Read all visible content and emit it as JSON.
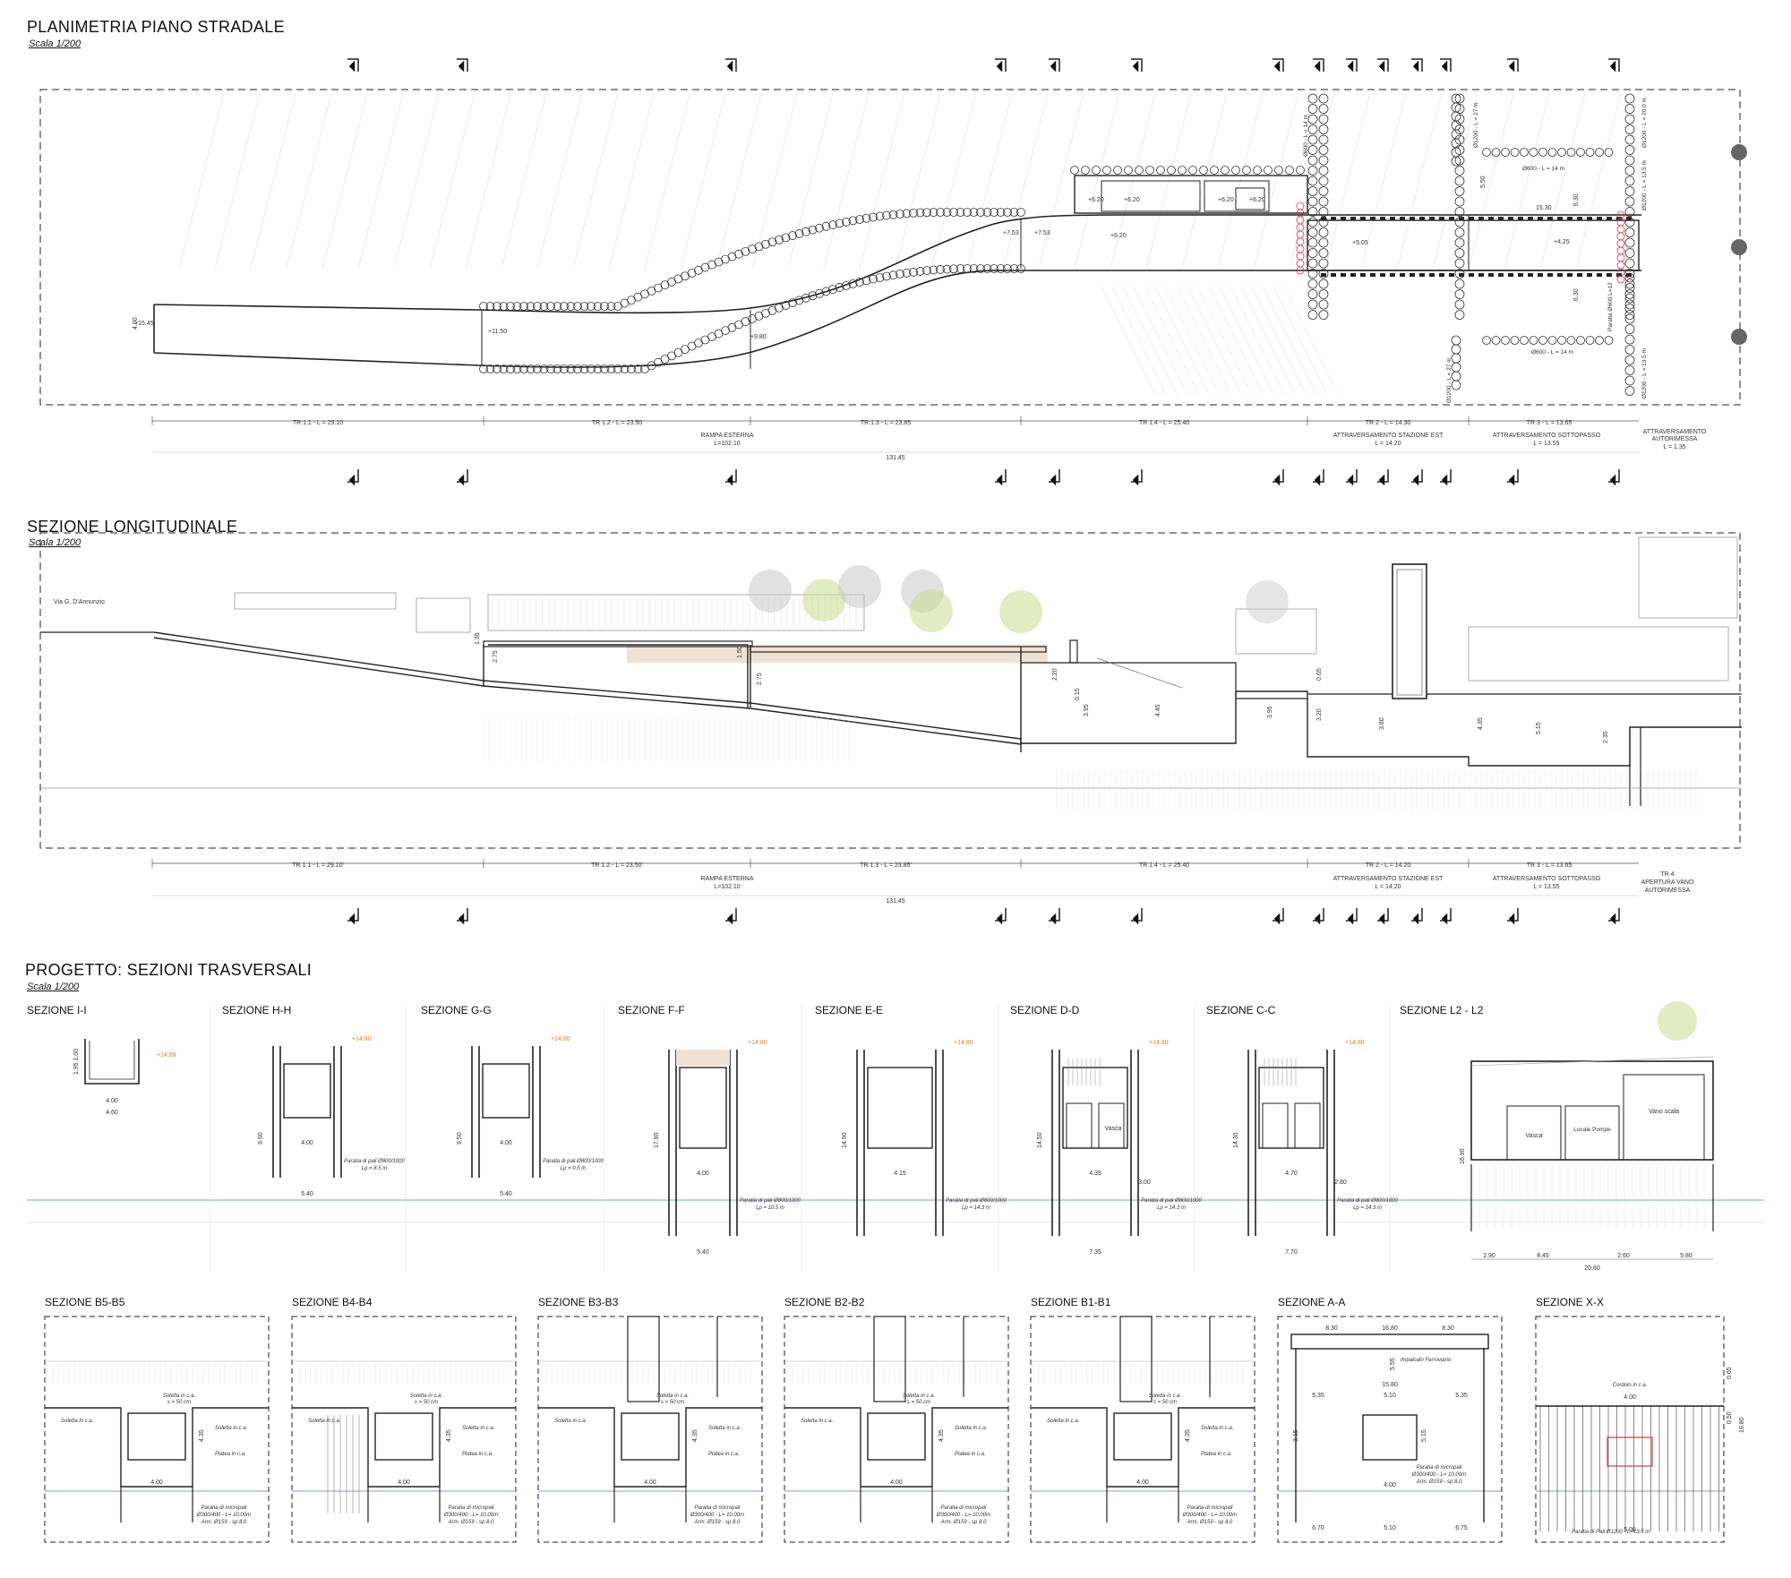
{
  "plan": {
    "title": "PLANIMETRIA PIANO STRADALE",
    "scale": "Scala 1/200",
    "section_markers": [
      "I",
      "H",
      "G",
      "F",
      "E",
      "D",
      "C",
      "B",
      "B",
      "B",
      "B",
      "B",
      "A",
      "X"
    ],
    "markers_bottom": [
      "I",
      "H",
      "G",
      "F",
      "E",
      "D",
      "C",
      "B",
      "B",
      "B",
      "B",
      "B",
      "A",
      "X"
    ],
    "segments": [
      {
        "label": "TR 1.1 - L = 29.10"
      },
      {
        "label": "TR 1.2 - L = 23.50"
      },
      {
        "label": "TR 1.3 - L = 23.85"
      },
      {
        "label": "TR 1.4 - L = 25.40"
      },
      {
        "label": "TR 2 - L = 14.30"
      },
      {
        "label": "TR 3 - L = 13.65"
      }
    ],
    "groups": [
      {
        "label": "RAMPA ESTERNA",
        "length": "L=102.10"
      },
      {
        "label": "ATTRAVERSAMENTO STAZIONE EST",
        "length": "L = 14.20"
      },
      {
        "label": "ATTRAVERSAMENTO SOTTOPASSO",
        "length": "L = 13.55"
      },
      {
        "label": "ATTRAVERSAMENTO",
        "label2": "AUTORIMESSA",
        "length": "L = 1.35"
      }
    ],
    "total": "131.45",
    "levels": [
      "+15.45",
      "+11.50",
      "+9.80",
      "+7.53",
      "+7.53",
      "+6.20",
      "+6.20",
      "+6.20",
      "+6.20",
      "+6.20",
      "+5.05",
      "+4.25"
    ],
    "dims": [
      "4.00",
      "15.30",
      "5.50",
      "6.30",
      "6.30"
    ],
    "piles": [
      "Ø600 - L = 14 m",
      "Ø600 - L = 14 m",
      "Ø600 - L = 14 m",
      "Ø1200 - L = 27 m",
      "Ø1200 - L = 27 m",
      "Ø1200 - L = 13.5 m",
      "Ø1200 - L = 20.0 m",
      "Ø1200 - L = 13.5 m",
      "Paratia Ø600 L=12"
    ]
  },
  "long": {
    "title": "SEZIONE LONGITUDINALE",
    "scale": "Scala 1/200",
    "street": "Via G. D'Annunzio",
    "segments": [
      {
        "label": "TR 1.1 - L = 29.10'"
      },
      {
        "label": "TR 1.2 - L = 23.50'"
      },
      {
        "label": "TR 1.3 - L = 23.85'"
      },
      {
        "label": "TR 1.4 - L = 25.40"
      },
      {
        "label": "TR 2 - L = 14.20"
      },
      {
        "label": "TR 3 - L = 13.65"
      }
    ],
    "groups": [
      {
        "label": "RAMPA ESTERNA",
        "length": "L=102.10"
      },
      {
        "label": "ATTRAVERSAMENTO STAZIONE EST",
        "length": "L = 14.20"
      },
      {
        "label": "ATTRAVERSAMENTO SOTTOPASSO",
        "length": "L = 13.55"
      },
      {
        "label": "TR 4",
        "label2": "APERTURA VANO",
        "label3": "AUTORIMESSA"
      }
    ],
    "total": "131.45",
    "heights": [
      "1.35",
      "2.75",
      "1.50",
      "2.75",
      "2.20",
      "0.15",
      "3.95",
      "4.45",
      "0.65",
      "3.95",
      "3.20",
      "3.80",
      "4.35",
      "5.15",
      "2.35"
    ]
  },
  "cross": {
    "title": "PROGETTO: SEZIONI TRASVERSALI",
    "scale": "Scala 1/200",
    "row1": [
      {
        "title": "SEZIONE I-I",
        "level": "+14.88",
        "w1": "4.00",
        "w2": "4.60",
        "h": "1.95 1.00"
      },
      {
        "title": "SEZIONE H-H",
        "level": "+14.80",
        "w1": "4.00",
        "w2": "5.40",
        "h": "9.50",
        "note": "Paratia di pali Ø800/1000",
        "note2": "Lp = 8.5 m"
      },
      {
        "title": "SEZIONE G-G",
        "level": "+14.80",
        "w1": "4.00",
        "w2": "5.40",
        "h": "9.50",
        "note": "Paratia di pali Ø800/1000",
        "note2": "Lp = 9.5 m"
      },
      {
        "title": "SEZIONE F-F",
        "level": "+14.80",
        "w1": "4.00",
        "w2": "5.40",
        "h": "17.80",
        "note": "Paratia di pali Ø800/1000",
        "note2": "Lp = 10.5 m"
      },
      {
        "title": "SEZIONE E-E",
        "level": "+14.80",
        "w1": "4.15",
        "w2": "",
        "h": "14.90",
        "note": "Paratia di pali Ø800/1000",
        "note2": "Lp = 14.3 m"
      },
      {
        "title": "SEZIONE D-D",
        "level": "+14.80",
        "w1": "4.35",
        "w2": "7.35",
        "w3": "3.00",
        "h": "14.50",
        "note": "Paratia di pali Ø800/1000",
        "note2": "Lp = 14.3 m",
        "room": "Vasca"
      },
      {
        "title": "SEZIONE C-C",
        "level": "+14.80",
        "w1": "4.70",
        "w2": "7.70",
        "w3": "2.80",
        "h": "14.30",
        "note": "Paratia di pali Ø800/1000",
        "note2": "Lp = 14.3 m"
      },
      {
        "title": "SEZIONE L2 - L2",
        "w1": "2.90",
        "w2": "8.45",
        "w3": "2.60",
        "w4": "5.80",
        "total": "20.60",
        "h": "16.90",
        "room1": "Vasca",
        "room2": "Locale Pompe",
        "room3": "Vano scala"
      }
    ],
    "row2": [
      {
        "title": "SEZIONE B5-B5",
        "w": "4.00",
        "h": "4.35",
        "n1": "Soletta in c.a.",
        "n2": "s = 50 cm",
        "n3": "Platea in c.a.",
        "n4": "Paratia di micropali",
        "n5": "Ø300/400 - L= 10.00m",
        "n6": "Arm. Ø159 - sp 8.0"
      },
      {
        "title": "SEZIONE B4-B4",
        "w": "4.00",
        "h": "4.35",
        "n1": "Soletta in c.a.",
        "n2": "s = 50 cm",
        "n3": "Platea in c.a.",
        "n4": "Paratia di micropali",
        "n5": "Ø300/400 - L= 10.00m",
        "n6": "Arm. Ø159 - sp 8.0"
      },
      {
        "title": "SEZIONE B3-B3",
        "w": "4.00",
        "h": "4.35",
        "n1": "Soletta in c.a.",
        "n2": "s = 50 cm",
        "n3": "Platea in c.a.",
        "n4": "Paratia di micropali",
        "n5": "Ø300/400 - L= 10.00m",
        "n6": "Arm. Ø159 - sp 8.0"
      },
      {
        "title": "SEZIONE B2-B2",
        "w": "4.00",
        "h": "4.35",
        "n1": "Soletta in c.a.",
        "n2": "s = 50 cm",
        "n3": "Platea in c.a.",
        "n4": "Paratia di micropali",
        "n5": "Ø300/400 - L= 10.00m",
        "n6": "Arm. Ø159 - sp 8.0"
      },
      {
        "title": "SEZIONE B1-B1",
        "w": "4.00",
        "h": "4.35",
        "n1": "Soletta in c.a.",
        "n2": "s = 50 cm",
        "n3": "Platea in c.a.",
        "n4": "Paratia di micropali",
        "n5": "Ø300/400 - L= 10.00m",
        "n6": "Arm. Ø159 - sp 8.0"
      },
      {
        "title": "SEZIONE A-A",
        "top": "16.80",
        "t1": "8.30",
        "t2": "8.30",
        "mid": "15.80",
        "m1": "5.35",
        "m2": "5.10",
        "m3": "5.35",
        "w": "4.00",
        "b1": "6.70",
        "b2": "5.10",
        "b3": "6.75",
        "h1": "5.55",
        "h2": "3.15",
        "h3": "5.15",
        "n1": "Impalcato Ferroviario",
        "n4": "Paratia di micropali",
        "n5": "Ø300/400 - L= 10.00m",
        "n6": "Arm. Ø159 - sp 8.0"
      },
      {
        "title": "SEZIONE X-X",
        "w": "4.00",
        "w2": "5.00",
        "h1": "0.65",
        "h2": "0.50",
        "h3": "19.80",
        "n1": "Cordolo in c.a.",
        "n2": "Paratia di Pali Ø1200 - L=13.5 m"
      }
    ]
  },
  "colors": {
    "line": "#222222",
    "light": "#9a9a9a",
    "orange": "#d9822b",
    "blue": "#4f7fd1",
    "red": "#d83a3a",
    "tree": "#c9dd8f",
    "sand": "#efe2d4"
  }
}
